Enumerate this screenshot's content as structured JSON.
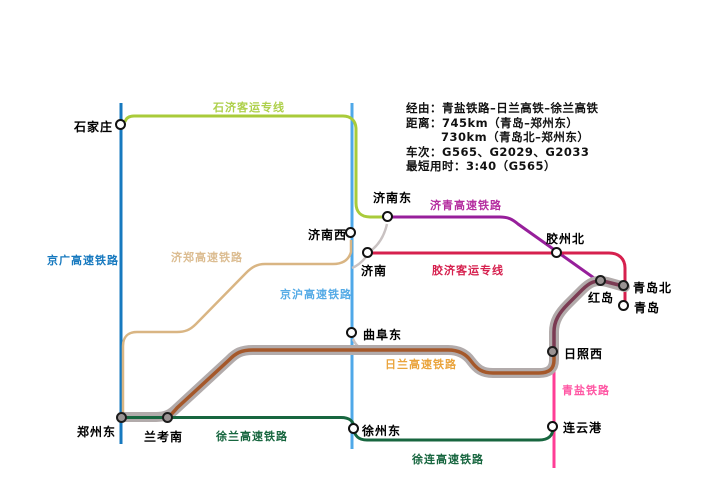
{
  "info_panel": {
    "lines": [
      "经由：青盐铁路–日兰高铁–徐兰高铁",
      "距离：745km（青岛–郑州东）",
      "730km（青岛北–郑州东）",
      "车次：G565、G2029、G2033",
      "最短用时：3:40（G565）"
    ]
  },
  "railways": {
    "jingguang": {
      "name": "京广高速铁路",
      "color": "#1779bf",
      "label_color": "#1779bf"
    },
    "shiji": {
      "name": "石济客运专线",
      "color": "#a9cb3a",
      "label_color": "#aed04b"
    },
    "jinghu": {
      "name": "京沪高速铁路",
      "color": "#4fa8e8",
      "label_color": "#55abe6"
    },
    "jizheng": {
      "name": "济郑高速铁路",
      "color": "#d9b583",
      "label_color": "#dcbd92"
    },
    "jiqing": {
      "name": "济青高速铁路",
      "color": "#971f9b",
      "label_color": "#b52ea0"
    },
    "jiaoji": {
      "name": "胶济客运专线",
      "color": "#d6204e",
      "label_color": "#d6204e"
    },
    "qingyan": {
      "name": "青盐铁路",
      "color": "#ff3d96",
      "label_color": "#ff57a4"
    },
    "rilan": {
      "name": "日兰高速铁路",
      "color": "#a5582a",
      "label_color": "#eaa43c"
    },
    "xulan": {
      "name": "徐兰高速铁路",
      "color": "#17663f",
      "label_color": "#17663f"
    },
    "xulian": {
      "name": "徐连高速铁路",
      "color": "#17663f",
      "label_color": "#17663f"
    }
  },
  "route_highlight": {
    "band_color": "#b2abab",
    "qingyan_section_color": "#7b3b53",
    "station_fill": "#9a9393",
    "connector_color": "#c9c2c2"
  },
  "stations": {
    "shijiazhuang": {
      "name": "石家庄"
    },
    "zhengzhoudong": {
      "name": "郑州东"
    },
    "lankaonan": {
      "name": "兰考南"
    },
    "xuzhoudong": {
      "name": "徐州东"
    },
    "qufudong": {
      "name": "曲阜东"
    },
    "jinanxi": {
      "name": "济南西"
    },
    "jinan": {
      "name": "济南"
    },
    "jinandong": {
      "name": "济南东"
    },
    "jiaozhoubei": {
      "name": "胶州北"
    },
    "hongdao": {
      "name": "红岛"
    },
    "qingdaobei": {
      "name": "青岛北"
    },
    "qingdao": {
      "name": "青岛"
    },
    "rizhaoxi": {
      "name": "日照西"
    },
    "lianyungang": {
      "name": "连云港"
    }
  }
}
